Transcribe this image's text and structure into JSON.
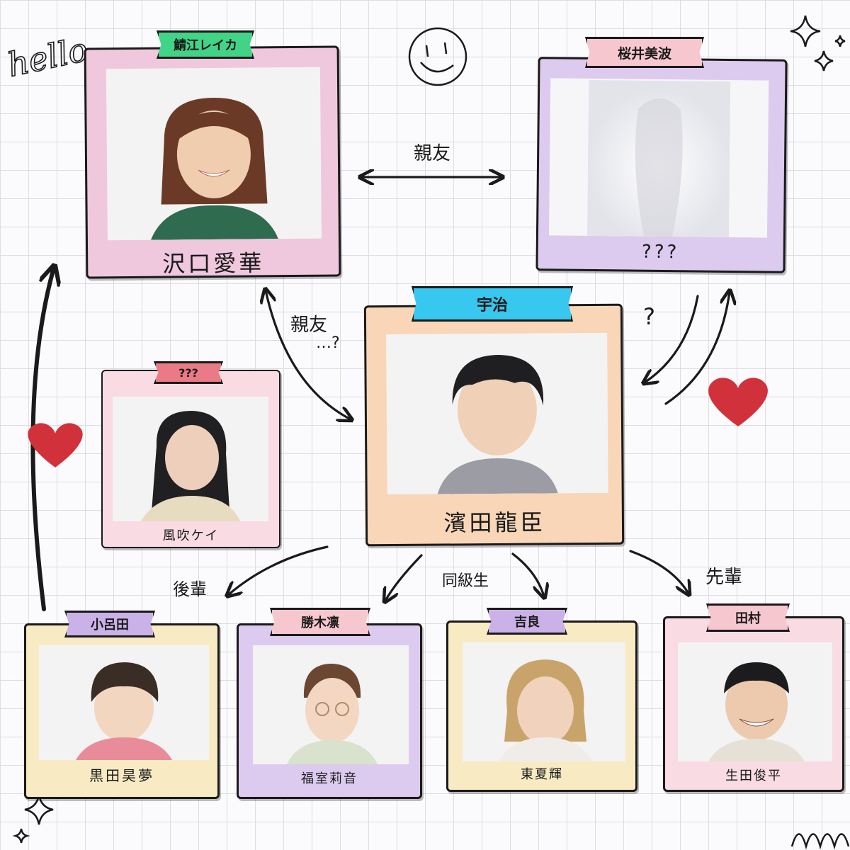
{
  "decor": {
    "hello": "hello"
  },
  "cards": {
    "sawaguchi": {
      "tag": "鯖江レイカ",
      "name": "沢口愛華"
    },
    "sakurai": {
      "tag": "桜井美波",
      "name": "???"
    },
    "hamada": {
      "tag": "宇治",
      "name": "濱田龍臣"
    },
    "kazabuki": {
      "tag": "???",
      "name": "風吹ケイ"
    },
    "kuroda": {
      "tag": "小呂田",
      "name": "黒田昊夢"
    },
    "fukumuro": {
      "tag": "勝木凛",
      "name": "福室莉音"
    },
    "higashi": {
      "tag": "吉良",
      "name": "東夏輝"
    },
    "ikuta": {
      "tag": "田村",
      "name": "生田俊平"
    }
  },
  "relations": {
    "best_friend": "親友",
    "best_friend_q_1": "親友",
    "best_friend_q_2": "…?",
    "question": "?",
    "junior": "後輩",
    "classmate": "同級生",
    "senior": "先輩"
  },
  "colors": {
    "pink": "#f0c8dd",
    "lavender": "#dccbee",
    "peach": "#f9d6b8",
    "lightpink": "#f8dbe3",
    "cream": "#f8ebc4",
    "tag_green": "#42d486",
    "tag_pink": "#f7c7cf",
    "tag_blue": "#38c7ee",
    "tag_rose": "#ea7b86",
    "tag_purple": "#cab2e8",
    "heart": "#d1313a"
  }
}
